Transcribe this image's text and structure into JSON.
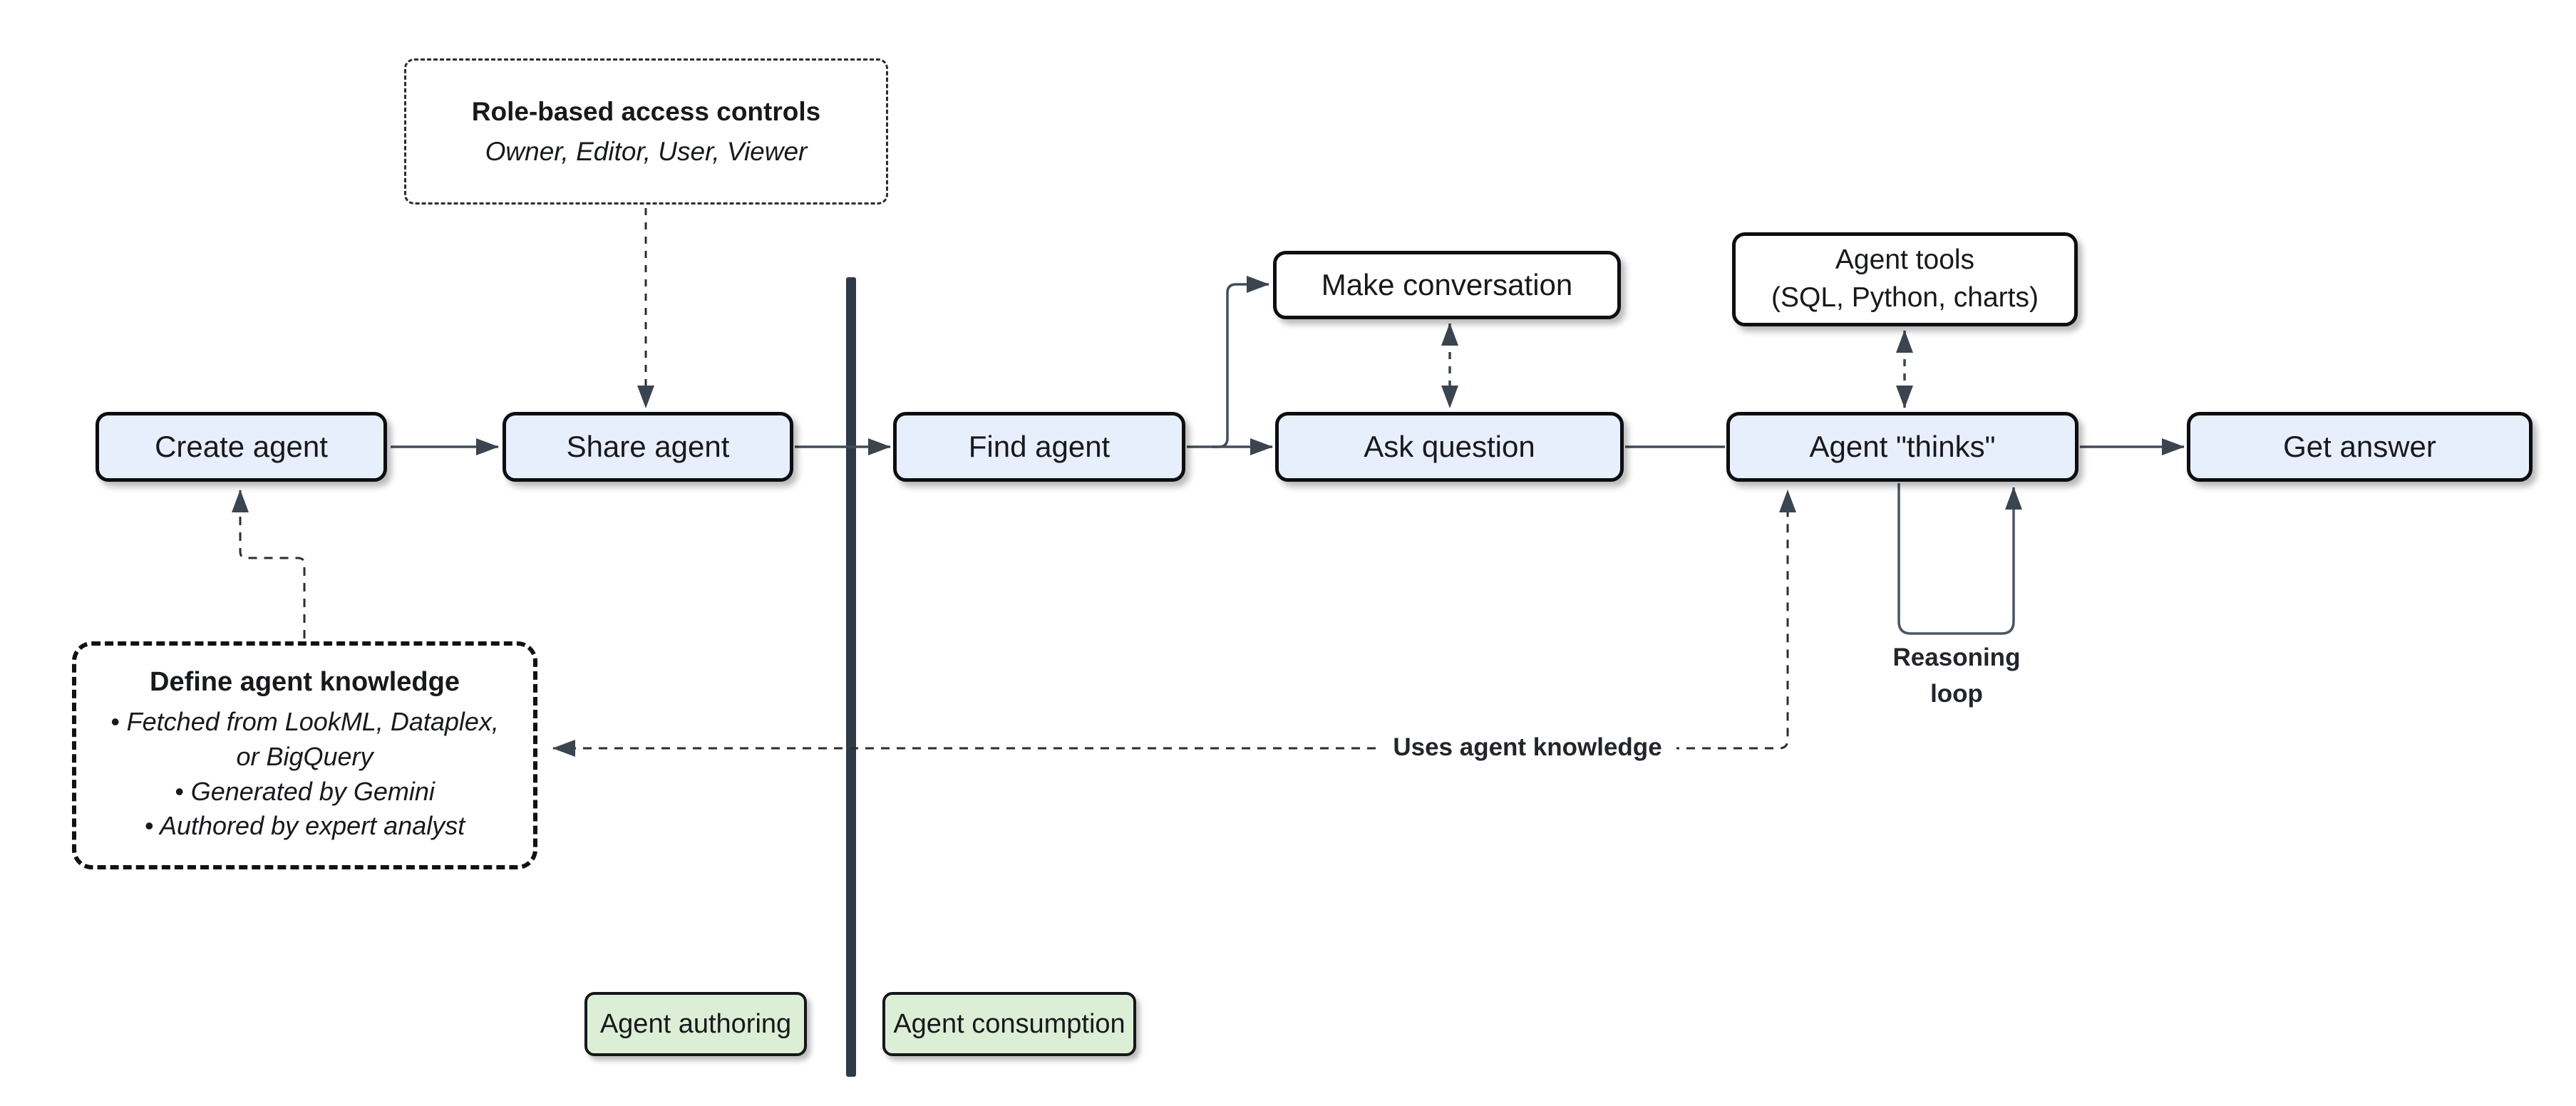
{
  "diagram": {
    "nodes": {
      "create_agent": "Create agent",
      "share_agent": "Share agent",
      "find_agent": "Find agent",
      "make_conversation": "Make conversation",
      "ask_question": "Ask question",
      "agent_tools_line1": "Agent tools",
      "agent_tools_line2": "(SQL, Python, charts)",
      "agent_thinks": "Agent \"thinks\"",
      "get_answer": "Get answer"
    },
    "annotations": {
      "rbac_title": "Role-based access controls",
      "rbac_subtitle": "Owner, Editor, User, Viewer",
      "knowledge_title": "Define agent knowledge",
      "knowledge_bullets": [
        "Fetched from LookML, Dataplex,\nor BigQuery",
        "Generated by Gemini",
        "Authored by expert analyst"
      ],
      "reasoning_loop": "Reasoning\nloop",
      "uses_agent_knowledge": "Uses agent knowledge"
    },
    "zones": {
      "authoring": "Agent authoring",
      "consumption": "Agent consumption"
    },
    "colors": {
      "node_fill": "#e8effc",
      "node_border": "#0c0e11",
      "white_node_fill": "#ffffff",
      "zone_fill": "#dcefd6",
      "divider": "#2e3b46",
      "connector": "#434d59",
      "arrowhead": "#3a4550",
      "dashed_line": "#2a2e33",
      "text": "#17191c"
    }
  }
}
